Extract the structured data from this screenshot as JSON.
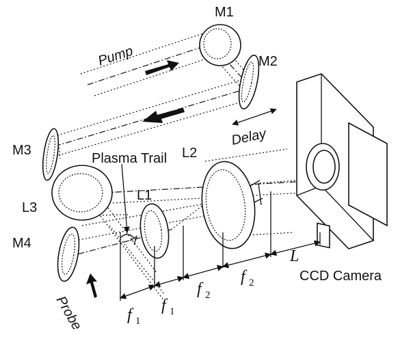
{
  "labels": {
    "m1": "M1",
    "m2": "M2",
    "m3": "M3",
    "m4": "M4",
    "l1": "L1",
    "l2": "L2",
    "l3": "L3",
    "pump": "Pump",
    "probe": "Probe",
    "delay": "Delay",
    "plasma_trail": "Plasma Trail",
    "ccd_camera": "CCD Camera"
  },
  "dimensions": {
    "f1_a": {
      "symbol": "f",
      "sub": "1"
    },
    "f1_b": {
      "symbol": "f",
      "sub": "1"
    },
    "f2_a": {
      "symbol": "f",
      "sub": "2"
    },
    "f2_b": {
      "symbol": "f",
      "sub": "2"
    },
    "L": {
      "symbol": "L"
    }
  },
  "colors": {
    "ink": "#111111",
    "background": "#ffffff"
  }
}
